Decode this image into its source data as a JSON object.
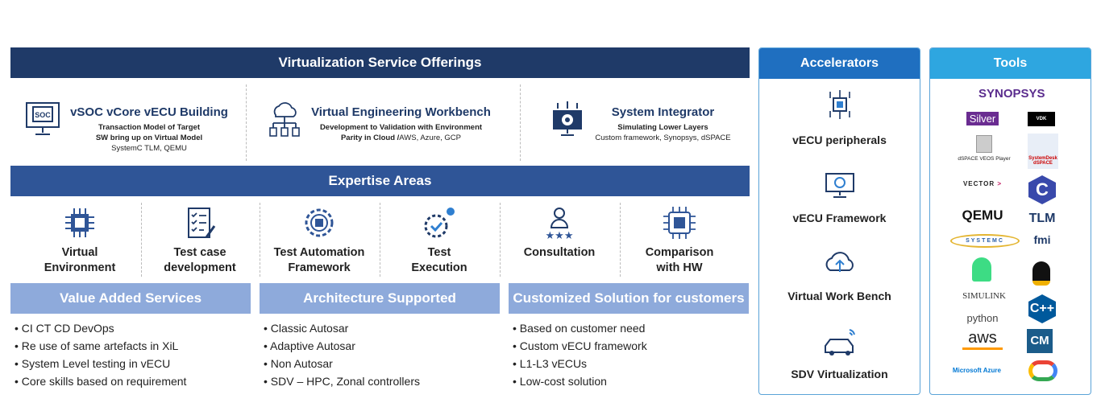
{
  "header": {
    "title": "Virtualization Service Offerings"
  },
  "offerings": [
    {
      "title": "vSOC vCore vECU Building",
      "line1": "Transaction Model of Target",
      "line2": "SW bring up on Virtual Model",
      "line3": "SystemC TLM, QEMU",
      "icon": "soc-monitor-icon"
    },
    {
      "title": "Virtual Engineering Workbench",
      "line1": "Development to Validation with Environment",
      "line2": "Parity in Cloud /",
      "line3": "AWS, Azure, GCP",
      "icon": "cloud-network-icon"
    },
    {
      "title": "System Integrator",
      "line1": "Simulating Lower Layers",
      "line2": "Custom framework, Synopsys, dSPACE",
      "icon": "gear-monitor-icon"
    }
  ],
  "expertise": {
    "title": "Expertise Areas",
    "items": [
      {
        "l1": "Virtual",
        "l2": "Environment",
        "icon": "chip-icon"
      },
      {
        "l1": "Test case",
        "l2": "development",
        "icon": "checklist-icon"
      },
      {
        "l1": "Test Automation",
        "l2": "Framework",
        "icon": "automation-gear-icon"
      },
      {
        "l1": "Test",
        "l2": "Execution",
        "icon": "gears-check-icon"
      },
      {
        "l1": "Consultation",
        "l2": "",
        "icon": "person-stars-icon"
      },
      {
        "l1": "Comparison",
        "l2": "with HW",
        "icon": "circuit-icon"
      }
    ]
  },
  "sections": [
    {
      "title": "Value Added Services",
      "items": [
        "CI CT CD DevOps",
        "Re use of same artefacts in XiL",
        "System Level testing in vECU",
        "Core skills based on requirement"
      ]
    },
    {
      "title": "Architecture Supported",
      "items": [
        "Classic Autosar",
        "Adaptive Autosar",
        "Non Autosar",
        "SDV – HPC, Zonal controllers"
      ]
    },
    {
      "title": "Customized Solution for customers",
      "items": [
        "Based on customer need",
        "Custom vECU framework",
        "L1-L3 vECUs",
        "Low-cost solution"
      ]
    }
  ],
  "accelerators": {
    "title": "Accelerators",
    "items": [
      "vECU peripherals",
      "vECU Framework",
      "Virtual Work Bench",
      "SDV Virtualization"
    ]
  },
  "tools": {
    "title": "Tools",
    "logos": [
      "SYNOPSYS",
      "Silver",
      "VDK",
      "dSPACE VEOS Player",
      "SystemDesk dSPACE",
      "VECTOR",
      "C",
      "QEMU",
      "TLM",
      "SYSTEMC",
      "fmi",
      "Android",
      "Linux",
      "SIMULINK",
      "C++",
      "python",
      "aws",
      "CM",
      "Microsoft Azure",
      "Google Cloud"
    ]
  },
  "colors": {
    "navy": "#1f3a68",
    "mid": "#2f5597",
    "light": "#8eaadb",
    "accelerators": "#1f6fc0",
    "tools": "#2ea6e0"
  }
}
